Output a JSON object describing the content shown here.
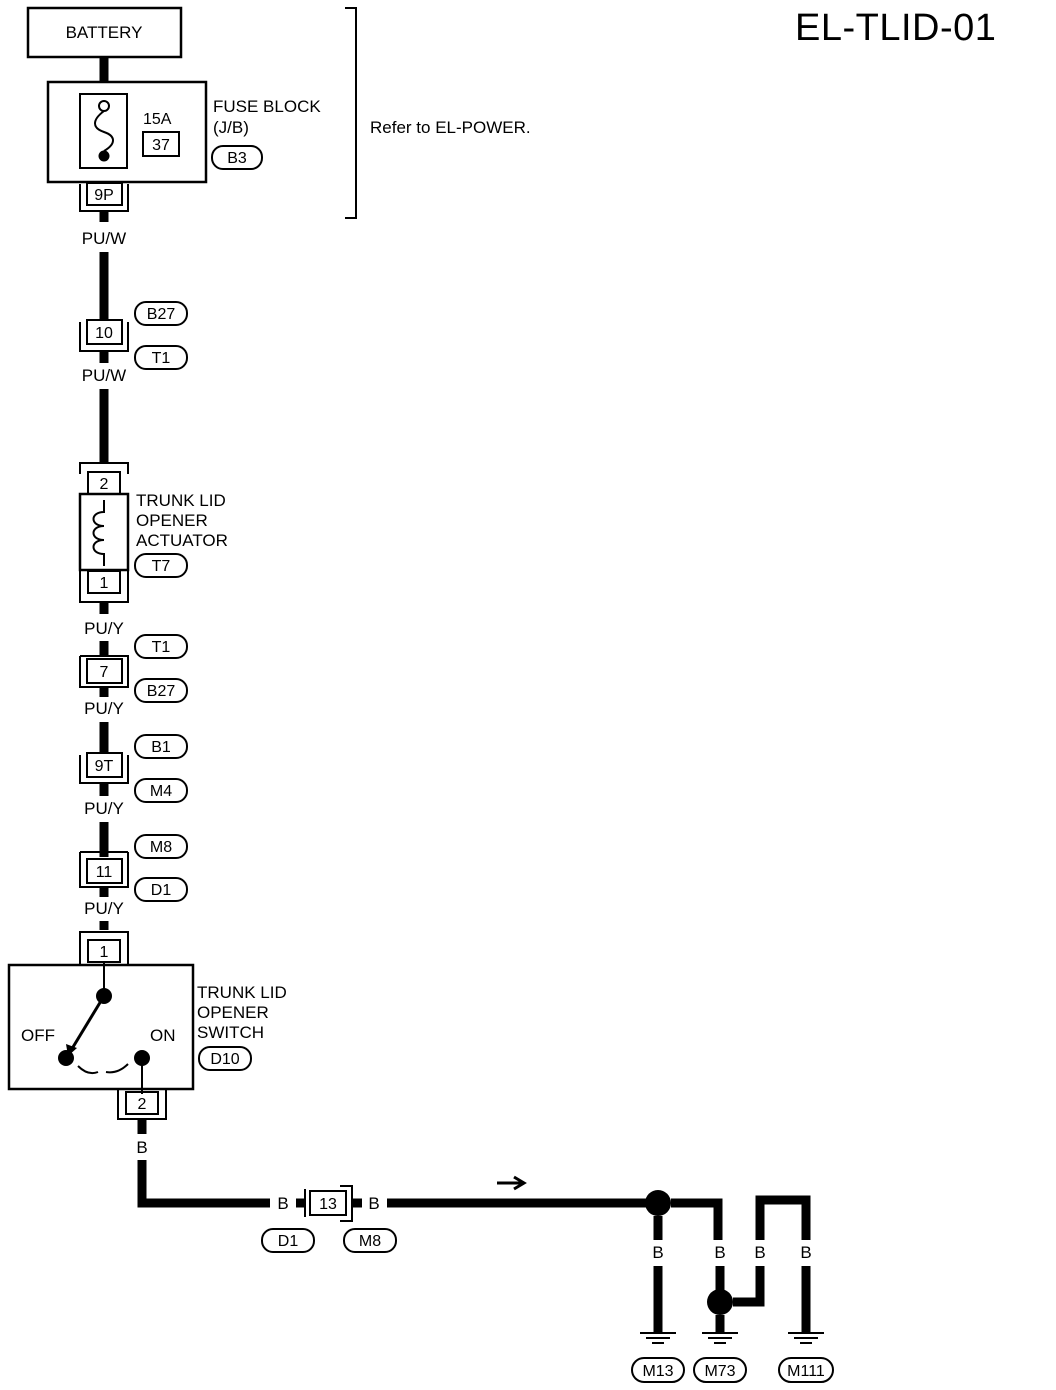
{
  "title": "EL-TLID-01",
  "battery": {
    "label": "BATTERY"
  },
  "fuse_block": {
    "name_line1": "FUSE BLOCK",
    "name_line2": "(J/B)",
    "rating": "15A",
    "fuse_no": "37",
    "connector_id": "B3",
    "pin": "9P"
  },
  "refer_note": "Refer to  EL-POWER.",
  "wire_colors": {
    "pu_w": "PU/W",
    "pu_y": "PU/Y",
    "b": "B"
  },
  "connector_b27_t1": {
    "pin": "10",
    "upper_id": "B27",
    "lower_id": "T1"
  },
  "actuator": {
    "line1": "TRUNK LID",
    "line2": "OPENER",
    "line3": "ACTUATOR",
    "pin_top": "2",
    "pin_bottom": "1",
    "connector_id": "T7"
  },
  "connector_t1_b27": {
    "pin": "7",
    "upper_id": "T1",
    "lower_id": "B27"
  },
  "connector_b1_m4": {
    "pin": "9T",
    "upper_id": "B1",
    "lower_id": "M4"
  },
  "connector_m8_d1": {
    "pin": "11",
    "upper_id": "M8",
    "lower_id": "D1"
  },
  "switch": {
    "line1": "TRUNK LID",
    "line2": "OPENER",
    "line3": "SWITCH",
    "off_label": "OFF",
    "on_label": "ON",
    "pin_top": "1",
    "pin_bottom": "2",
    "connector_id": "D10"
  },
  "connector_d1_m8": {
    "pin": "13",
    "left_id": "D1",
    "right_id": "M8"
  },
  "grounds": [
    "M13",
    "M73",
    "M111"
  ]
}
